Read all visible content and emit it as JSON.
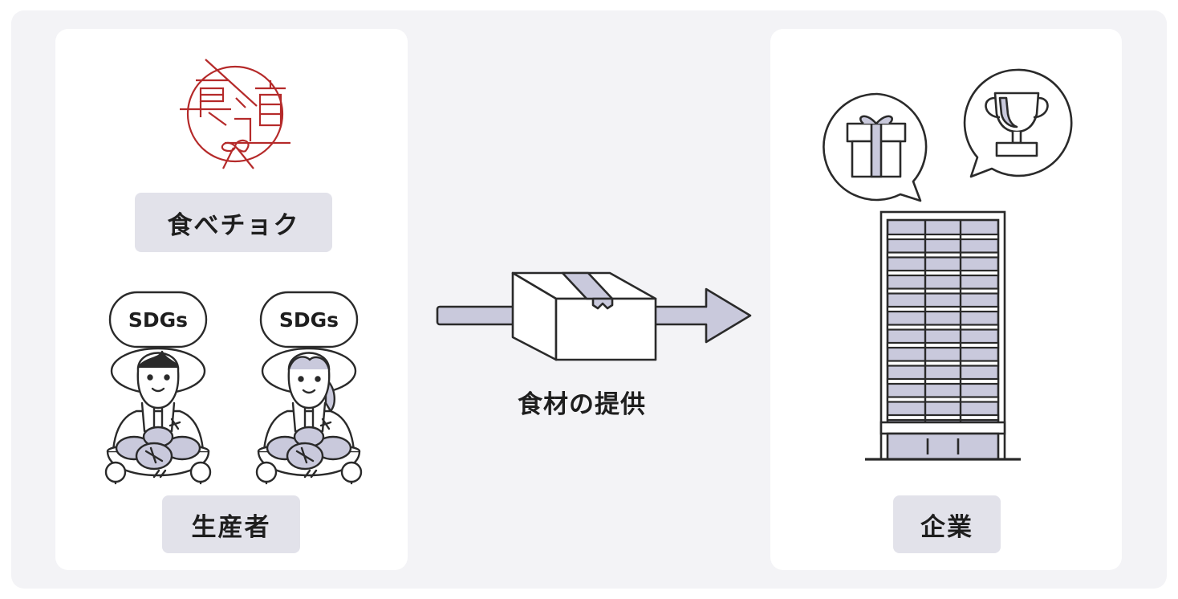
{
  "tabechoku": {
    "label": "食べチョク"
  },
  "producers": {
    "label": "生産者",
    "badges": [
      "SDGs",
      "SDGs"
    ]
  },
  "flow": {
    "label": "食材の提供"
  },
  "company": {
    "label": "企業"
  },
  "colors": {
    "accent_fill": "#c9c9dc",
    "line": "#2a2a2a",
    "logo_red": "#b52a2a",
    "pill_bg": "#e2e2ea",
    "frame_bg": "#f3f3f6"
  },
  "icons": [
    "tabechoku-logo-icon",
    "farmer-icon",
    "package-box-icon",
    "arrow-right-icon",
    "gift-icon",
    "trophy-icon",
    "office-building-icon"
  ]
}
